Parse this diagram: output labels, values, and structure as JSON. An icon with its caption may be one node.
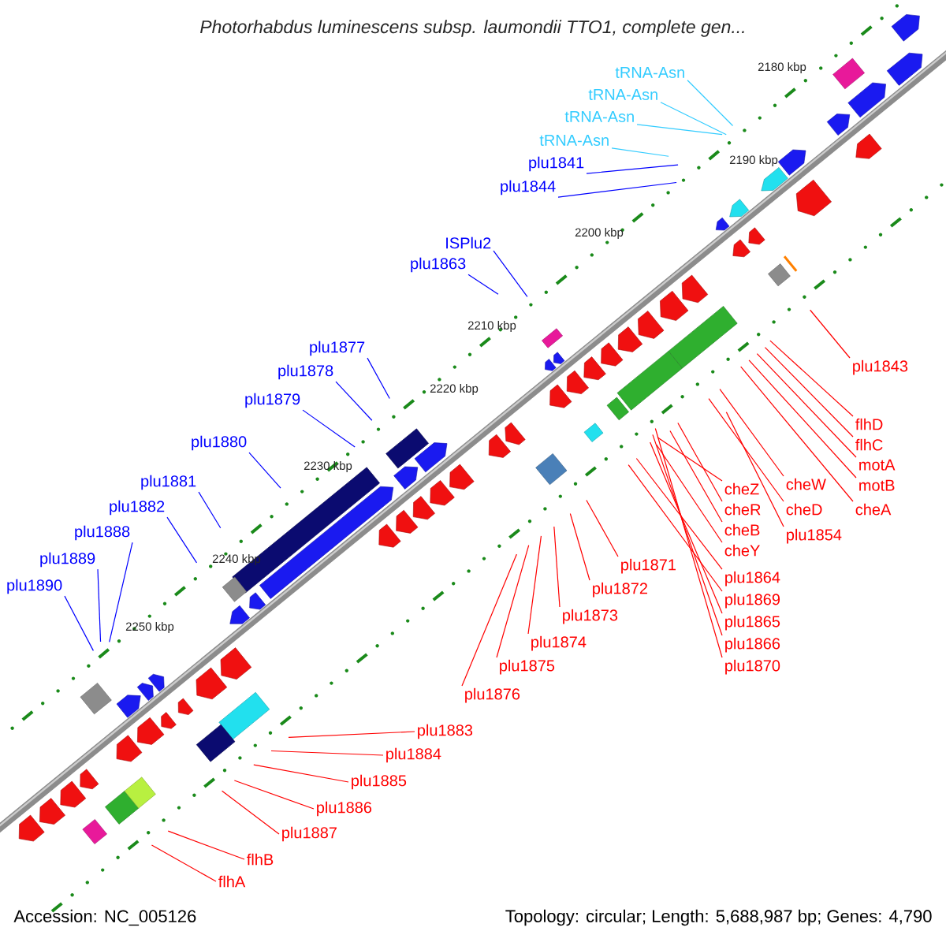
{
  "diagram": {
    "title": "Photorhabdus luminescens subsp. laumondii TTO1, complete gen...",
    "nodes": [
      {
        "text": [
          "tRNA-Asn"
        ]
      },
      {
        "text": [
          "tRNA-Asn"
        ]
      },
      {
        "text": [
          "tRNA-Asn"
        ]
      },
      {
        "text": [
          "tRNA-Asn"
        ]
      },
      {
        "text": [
          "plu1841"
        ]
      },
      {
        "text": [
          "plu1844"
        ]
      },
      {
        "text": [
          "ISPlu2"
        ]
      },
      {
        "text": [
          "plu1863"
        ]
      },
      {
        "text": [
          "plu1877"
        ]
      },
      {
        "text": [
          "plu1878"
        ]
      },
      {
        "text": [
          "plu1879"
        ]
      },
      {
        "text": [
          "plu1880"
        ]
      },
      {
        "text": [
          "plu1881"
        ]
      },
      {
        "text": [
          "plu1882"
        ]
      },
      {
        "text": [
          "plu1888"
        ]
      },
      {
        "text": [
          "plu1889"
        ]
      },
      {
        "text": [
          "plu1890"
        ]
      },
      {
        "text": [
          "plu1843"
        ]
      },
      {
        "text": [
          "flhD"
        ]
      },
      {
        "text": [
          "flhC"
        ]
      },
      {
        "text": [
          "motA"
        ]
      },
      {
        "text": [
          "motB"
        ]
      },
      {
        "text": [
          "cheW"
        ]
      },
      {
        "text": [
          "cheA"
        ]
      },
      {
        "text": [
          "cheD"
        ]
      },
      {
        "text": [
          "cheZ"
        ]
      },
      {
        "text": [
          "cheR"
        ]
      },
      {
        "text": [
          "plu1854"
        ]
      },
      {
        "text": [
          "cheB"
        ]
      },
      {
        "text": [
          "cheY"
        ]
      },
      {
        "text": [
          "plu1864"
        ]
      },
      {
        "text": [
          "plu1871"
        ]
      },
      {
        "text": [
          "plu1869"
        ]
      },
      {
        "text": [
          "plu1872"
        ]
      },
      {
        "text": [
          "plu1865"
        ]
      },
      {
        "text": [
          "plu1866"
        ]
      },
      {
        "text": [
          "plu1873"
        ]
      },
      {
        "text": [
          "plu1874"
        ]
      },
      {
        "text": [
          "plu1870"
        ]
      },
      {
        "text": [
          "plu1875"
        ]
      },
      {
        "text": [
          "plu1876"
        ]
      },
      {
        "text": [
          "plu1883"
        ]
      },
      {
        "text": [
          "plu1884"
        ]
      },
      {
        "text": [
          "plu1885"
        ]
      },
      {
        "text": [
          "plu1886"
        ]
      },
      {
        "text": [
          "plu1887"
        ]
      },
      {
        "text": [
          "flhB"
        ]
      },
      {
        "text": [
          "flhA"
        ]
      }
    ],
    "edges": [
      {
        "from": 0,
        "to": null,
        "arrow": "none",
        "color": "#33ccff"
      },
      {
        "from": 1,
        "to": null,
        "arrow": "none",
        "color": "#33ccff"
      },
      {
        "from": 2,
        "to": null,
        "arrow": "none",
        "color": "#33ccff"
      },
      {
        "from": 3,
        "to": null,
        "arrow": "none",
        "color": "#33ccff"
      },
      {
        "from": 4,
        "to": null,
        "arrow": "none",
        "color": "#0000ff"
      },
      {
        "from": 5,
        "to": null,
        "arrow": "none",
        "color": "#0000ff"
      },
      {
        "from": 6,
        "to": null,
        "arrow": "none",
        "color": "#0000ff"
      },
      {
        "from": 7,
        "to": null,
        "arrow": "none",
        "color": "#0000ff"
      },
      {
        "from": 8,
        "to": null,
        "arrow": "none",
        "color": "#0000ff"
      },
      {
        "from": 9,
        "to": null,
        "arrow": "none",
        "color": "#0000ff"
      },
      {
        "from": 10,
        "to": null,
        "arrow": "none",
        "color": "#0000ff"
      },
      {
        "from": 11,
        "to": null,
        "arrow": "none",
        "color": "#0000ff"
      },
      {
        "from": 12,
        "to": null,
        "arrow": "none",
        "color": "#0000ff"
      },
      {
        "from": 13,
        "to": null,
        "arrow": "none",
        "color": "#0000ff"
      },
      {
        "from": 14,
        "to": null,
        "arrow": "none",
        "color": "#0000ff"
      },
      {
        "from": 15,
        "to": null,
        "arrow": "none",
        "color": "#0000ff"
      },
      {
        "from": 16,
        "to": null,
        "arrow": "none",
        "color": "#0000ff"
      },
      {
        "from": 17,
        "to": null,
        "arrow": "none"
      },
      {
        "from": 18,
        "to": null,
        "arrow": "none"
      },
      {
        "from": 19,
        "to": null,
        "arrow": "none"
      },
      {
        "from": 20,
        "to": null,
        "arrow": "none"
      },
      {
        "from": 21,
        "to": null,
        "arrow": "none"
      },
      {
        "from": 22,
        "to": null,
        "arrow": "none"
      },
      {
        "from": 23,
        "to": null,
        "arrow": "none"
      },
      {
        "from": 24,
        "to": null,
        "arrow": "none"
      },
      {
        "from": 25,
        "to": null,
        "arrow": "none"
      },
      {
        "from": 26,
        "to": null,
        "arrow": "none"
      },
      {
        "from": 27,
        "to": null,
        "arrow": "none"
      },
      {
        "from": 28,
        "to": null,
        "arrow": "none"
      },
      {
        "from": 29,
        "to": null,
        "arrow": "none"
      },
      {
        "from": 30,
        "to": null,
        "arrow": "none"
      },
      {
        "from": 31,
        "to": null,
        "arrow": "none"
      },
      {
        "from": 32,
        "to": null,
        "arrow": "none"
      },
      {
        "from": 33,
        "to": null,
        "arrow": "none"
      },
      {
        "from": 34,
        "to": null,
        "arrow": "none"
      },
      {
        "from": 35,
        "to": null,
        "arrow": "none"
      },
      {
        "from": 36,
        "to": null,
        "arrow": "none"
      },
      {
        "from": 37,
        "to": null,
        "arrow": "none"
      },
      {
        "from": 38,
        "to": null,
        "arrow": "none"
      },
      {
        "from": 39,
        "to": null,
        "arrow": "none"
      },
      {
        "from": 40,
        "to": null,
        "arrow": "none"
      },
      {
        "from": 41,
        "to": null,
        "arrow": "none"
      },
      {
        "from": 42,
        "to": null,
        "arrow": "none"
      },
      {
        "from": 43,
        "to": null,
        "arrow": "none"
      },
      {
        "from": 44,
        "to": null,
        "arrow": "none"
      },
      {
        "from": 45,
        "to": null,
        "arrow": "none"
      },
      {
        "from": 46,
        "to": null,
        "arrow": "none"
      },
      {
        "from": 47,
        "to": null,
        "arrow": "none"
      }
    ],
    "labels": [
      "2180 kbp",
      "2190 kbp",
      "2200 kbp",
      "2210 kbp",
      "2220 kbp",
      "2230 kbp",
      "2240 kbp",
      "2250 kbp",
      "Accession: NC_005126",
      "Topology: circular; Length: 5,688,987 bp; Genes: 4,790"
    ]
  }
}
